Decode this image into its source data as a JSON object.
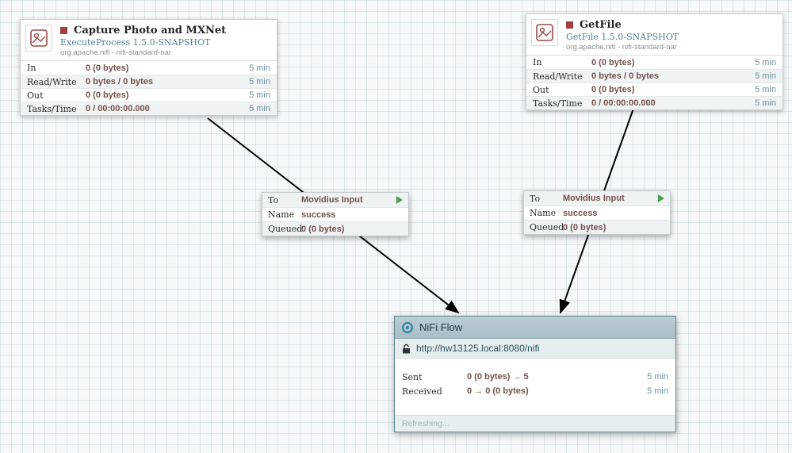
{
  "processors": [
    {
      "title": "Capture Photo and MXNet",
      "type": "ExecuteProcess 1.5.0-SNAPSHOT",
      "bundle": "org.apache.nifi - nifi-standard-nar",
      "stats": [
        {
          "label": "In",
          "value": "0 (0 bytes)",
          "window": "5 min"
        },
        {
          "label": "Read/Write",
          "value": "0 bytes / 0 bytes",
          "window": "5 min"
        },
        {
          "label": "Out",
          "value": "0 (0 bytes)",
          "window": "5 min"
        },
        {
          "label": "Tasks/Time",
          "value": "0 / 00:00:00.000",
          "window": "5 min"
        }
      ]
    },
    {
      "title": "GetFile",
      "type": "GetFile 1.5.0-SNAPSHOT",
      "bundle": "org.apache.nifi - nifi-standard-nar",
      "stats": [
        {
          "label": "In",
          "value": "0 (0 bytes)",
          "window": "5 min"
        },
        {
          "label": "Read/Write",
          "value": "0 bytes / 0 bytes",
          "window": "5 min"
        },
        {
          "label": "Out",
          "value": "0 (0 bytes)",
          "window": "5 min"
        },
        {
          "label": "Tasks/Time",
          "value": "0 / 00:00:00.000",
          "window": "5 min"
        }
      ]
    }
  ],
  "connections": [
    {
      "to_label": "To",
      "destination": "Movidius Input",
      "name_label": "Name",
      "relationship": "success",
      "queued_label": "Queued",
      "queued": "0 (0 bytes)"
    },
    {
      "to_label": "To",
      "destination": "Movidius Input",
      "name_label": "Name",
      "relationship": "success",
      "queued_label": "Queued",
      "queued": "0 (0 bytes)"
    }
  ],
  "remote_process_group": {
    "title": "NiFi Flow",
    "url": "http://hw13125.local:8080/nifi",
    "stats": [
      {
        "label": "Sent",
        "value": "0 (0 bytes) → 5",
        "window": "5 min"
      },
      {
        "label": "Received",
        "value": "0 → 0 (0 bytes)",
        "window": "5 min"
      }
    ],
    "status": "Refreshing..."
  }
}
